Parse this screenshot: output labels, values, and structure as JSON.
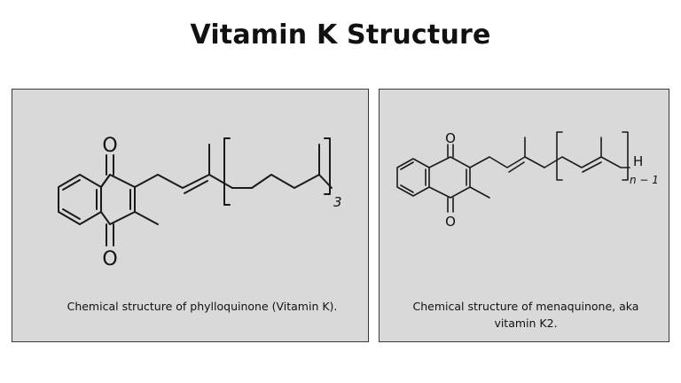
{
  "title": "Vitamin K Structure",
  "panels": [
    {
      "caption": "Chemical structure of phylloquinone (Vitamin K).",
      "atoms": {
        "oxygen_top": "O",
        "oxygen_bottom": "O"
      },
      "repeat_subscript": "3"
    },
    {
      "caption": "Chemical structure of menaquinone, aka vitamin K2.",
      "atoms": {
        "oxygen_top": "O",
        "oxygen_bottom": "O",
        "hydrogen": "H"
      },
      "repeat_subscript": "n − 1"
    }
  ],
  "colors": {
    "panel_bg": "#d9d9d9",
    "border": "#3a3a3a",
    "ink": "#111111"
  }
}
